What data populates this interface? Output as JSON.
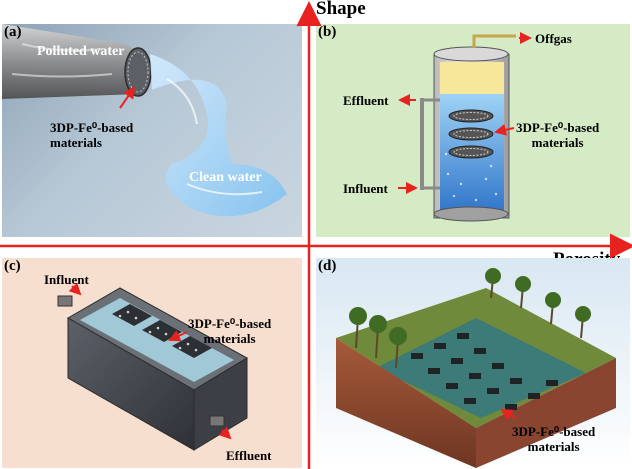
{
  "axes": {
    "vertical_label": "Shape",
    "horizontal_label": "Porosity",
    "color": "#e8221e"
  },
  "panel_a": {
    "label": "(a)",
    "polluted": "Polluted water",
    "material_line1": "3DP-Fe⁰-based",
    "material_line2": "materials",
    "clean": "Clean water"
  },
  "panel_b": {
    "label": "(b)",
    "offgas": "Offgas",
    "effluent": "Effluent",
    "influent": "Influent",
    "material_line1": "3DP-Fe⁰-based",
    "material_line2": "materials"
  },
  "panel_c": {
    "label": "(c)",
    "influent": "Influent",
    "effluent": "Effluent",
    "material_line1": "3DP-Fe⁰-based",
    "material_line2": "materials"
  },
  "panel_d": {
    "label": "(d)",
    "material_line1": "3DP-Fe⁰-based",
    "material_line2": "materials"
  }
}
